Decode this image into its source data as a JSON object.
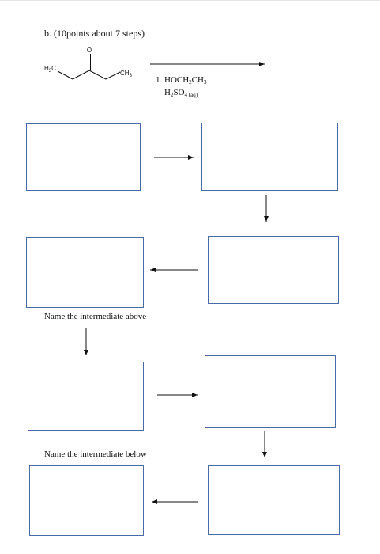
{
  "question": {
    "heading": "b. (10points about 7 steps)"
  },
  "molecule": {
    "oxygen_label": "O",
    "left_methyl": "H3C",
    "right_methyl": "CH3"
  },
  "reagents": {
    "step1_prefix": "1. HOCH",
    "step1_sub1": "2",
    "step1_mid": "CH",
    "step1_sub2": "3",
    "acid_prefix": "H",
    "acid_sub1": "2",
    "acid_mid": "SO",
    "acid_sub2": "4 (aq)"
  },
  "notes": {
    "name_above": "Name the intermediate above",
    "name_below": "Name the intermediate below"
  },
  "colors": {
    "box_border": "#4a6aa5",
    "arrow": "#111111"
  }
}
